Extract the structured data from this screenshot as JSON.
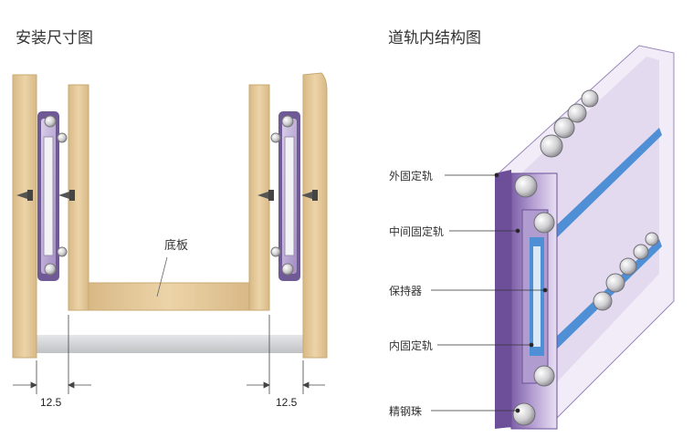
{
  "left_panel": {
    "title": "安装尺寸图",
    "bottom_board_label": "底板",
    "left_dimension": "12.5",
    "right_dimension": "12.5"
  },
  "right_panel": {
    "title": "道轨内结构图",
    "callouts": [
      {
        "label": "外固定轨"
      },
      {
        "label": "中间固定轨"
      },
      {
        "label": "保持器"
      },
      {
        "label": "内固定轨"
      },
      {
        "label": "精钢珠"
      }
    ]
  },
  "colors": {
    "wood": "#e5c99a",
    "wood_edge": "#c9a872",
    "rail_purple": "#8a6fb0",
    "rail_light": "#e9e1f3",
    "rail_blue": "#4f8fd6",
    "ball": "#d9d9d9",
    "grey_bar": "#cfd0d2"
  }
}
